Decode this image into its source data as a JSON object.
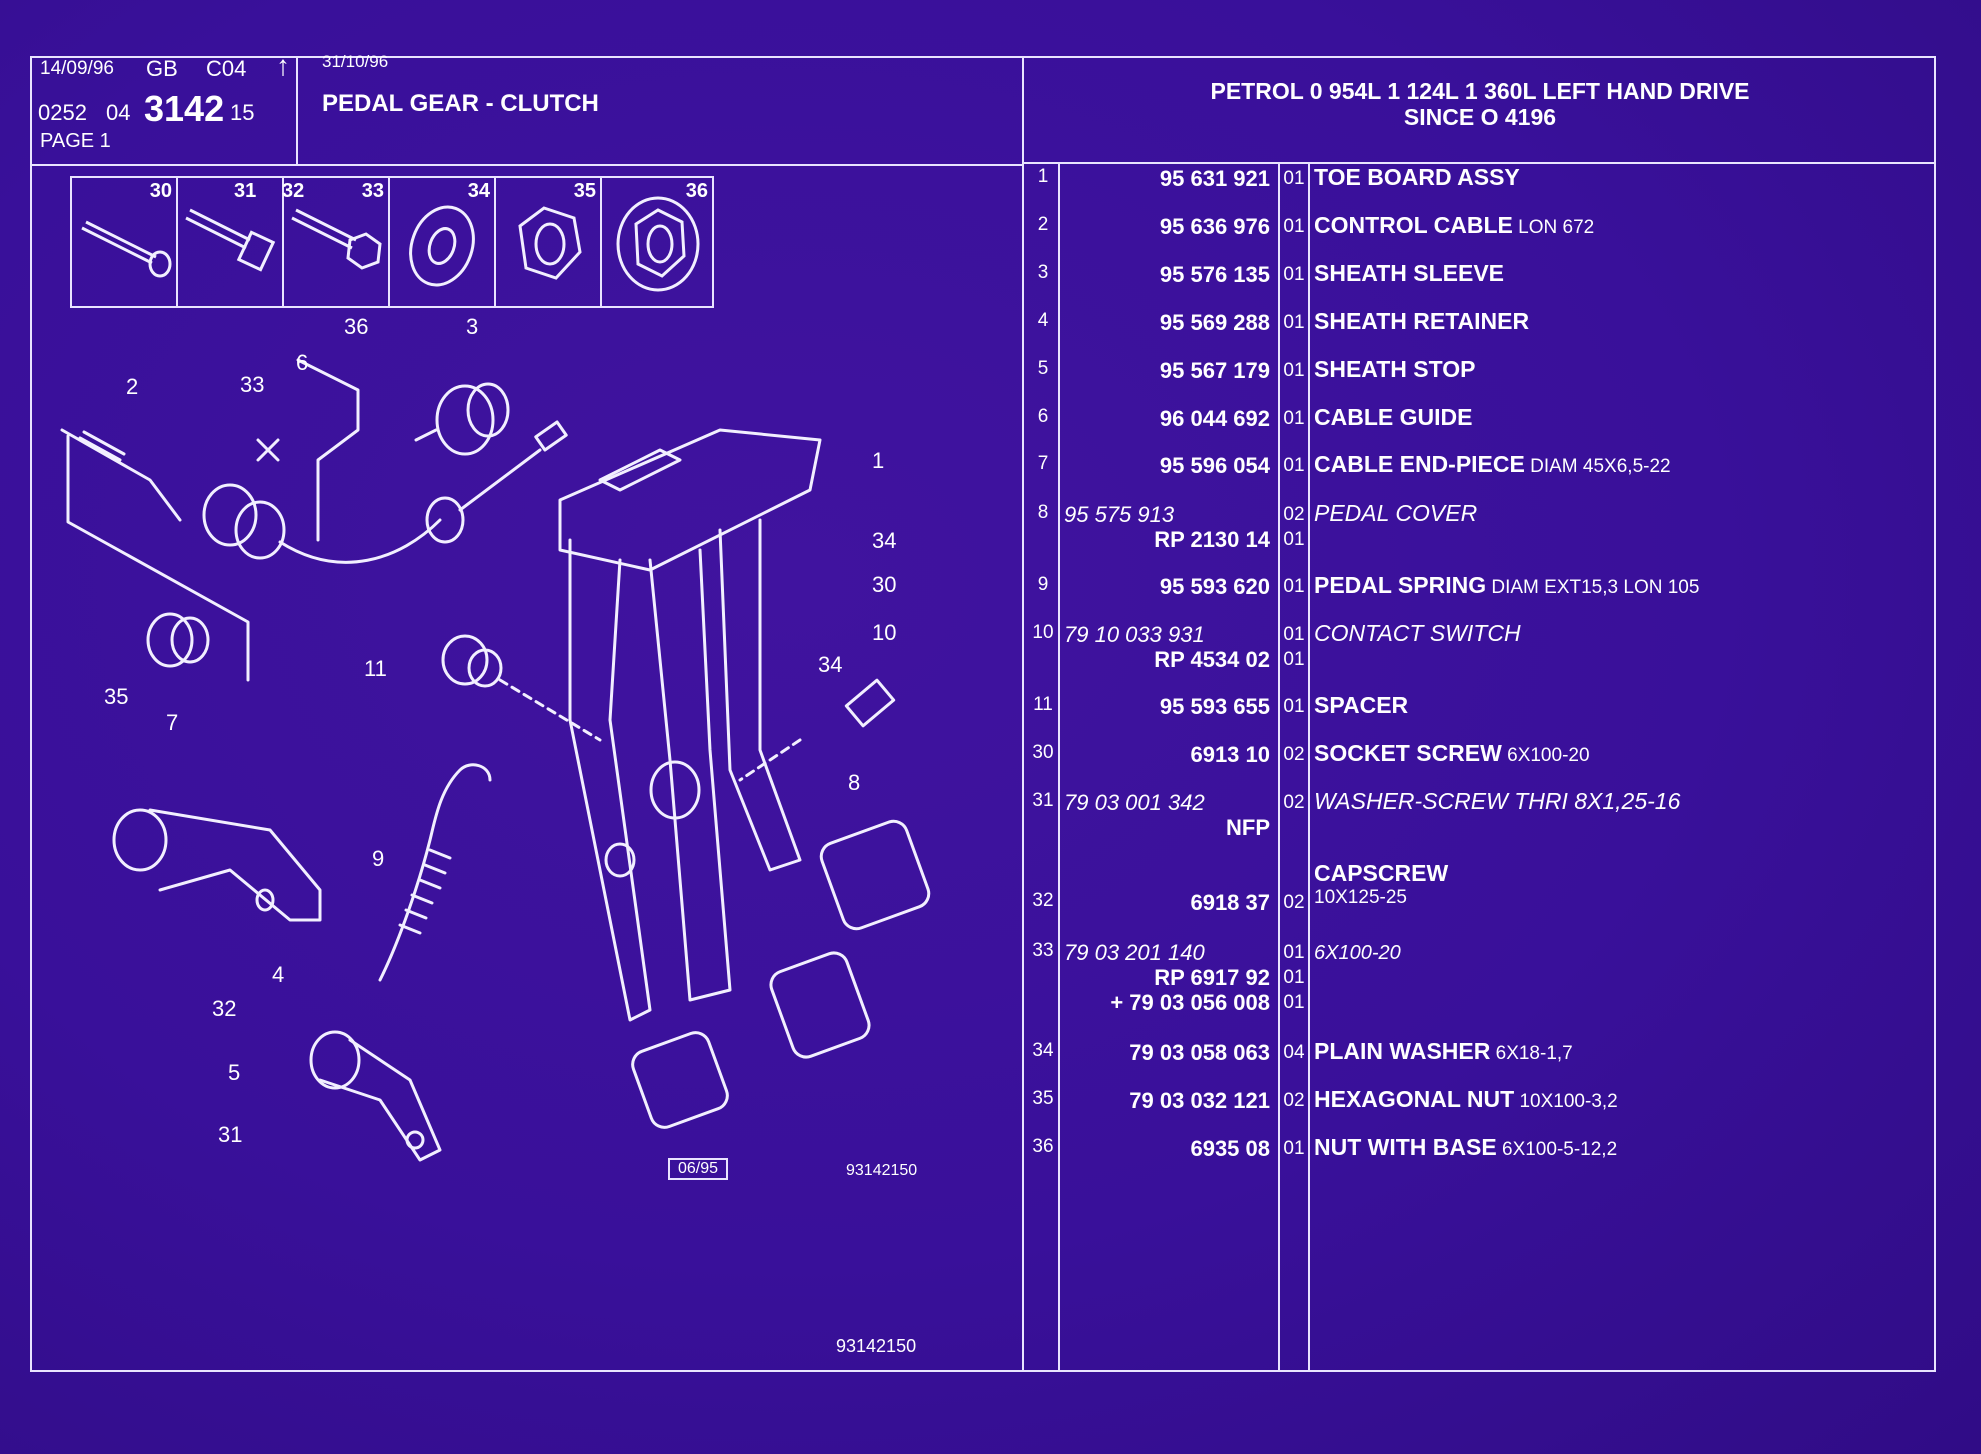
{
  "header": {
    "date": "14/09/96",
    "lang": "GB",
    "code": "C04",
    "arrow": "↑",
    "ref_prefix": "0252",
    "ref_mid": "04",
    "ref_main": "3142",
    "ref_suffix": "15",
    "page": "PAGE 1",
    "date2": "31/10/96",
    "title": "PEDAL GEAR - CLUTCH",
    "applicability_line1": "PETROL 0 954L 1 124L 1 360L LEFT HAND DRIVE",
    "applicability_line2": "SINCE O 4196"
  },
  "thumbnails": [
    {
      "num": "30",
      "icon": "socket-screw-icon"
    },
    {
      "num": "31",
      "icon": "washer-screw-icon"
    },
    {
      "num": "32",
      "icon": "capscrew-icon"
    },
    {
      "num": "33",
      "icon": "screw-icon"
    },
    {
      "num": "34",
      "icon": "plain-washer-icon"
    },
    {
      "num": "35",
      "icon": "hexagonal-nut-icon"
    },
    {
      "num": "36",
      "icon": "nut-with-base-icon"
    }
  ],
  "diagram": {
    "callouts": [
      "36",
      "3",
      "6",
      "33",
      "2",
      "1",
      "34",
      "30",
      "10",
      "11",
      "34",
      "35",
      "7",
      "8",
      "9",
      "4",
      "32",
      "5",
      "31"
    ],
    "stamp": "06/95",
    "drawing_ref": "93142150",
    "drawing_ref_bottom": "93142150"
  },
  "parts": [
    {
      "idx": "1",
      "refs": [
        {
          "text": "95 631 921",
          "italic": false
        }
      ],
      "qty": [
        "01"
      ],
      "desc": "TOE BOARD ASSY",
      "spec": "",
      "italic": false
    },
    {
      "idx": "2",
      "refs": [
        {
          "text": "95 636 976",
          "italic": false
        }
      ],
      "qty": [
        "01"
      ],
      "desc": "CONTROL CABLE",
      "spec": "LON 672",
      "italic": false
    },
    {
      "idx": "3",
      "refs": [
        {
          "text": "95 576 135",
          "italic": false
        }
      ],
      "qty": [
        "01"
      ],
      "desc": "SHEATH SLEEVE",
      "spec": "",
      "italic": false
    },
    {
      "idx": "4",
      "refs": [
        {
          "text": "95 569 288",
          "italic": false
        }
      ],
      "qty": [
        "01"
      ],
      "desc": "SHEATH RETAINER",
      "spec": "",
      "italic": false
    },
    {
      "idx": "5",
      "refs": [
        {
          "text": "95 567 179",
          "italic": false
        }
      ],
      "qty": [
        "01"
      ],
      "desc": "SHEATH STOP",
      "spec": "",
      "italic": false
    },
    {
      "idx": "6",
      "refs": [
        {
          "text": "96 044 692",
          "italic": false
        }
      ],
      "qty": [
        "01"
      ],
      "desc": "CABLE GUIDE",
      "spec": "",
      "italic": false
    },
    {
      "idx": "7",
      "refs": [
        {
          "text": "95 596 054",
          "italic": false
        }
      ],
      "qty": [
        "01"
      ],
      "desc": "CABLE END-PIECE",
      "spec": "DIAM 45X6,5-22",
      "italic": false
    },
    {
      "idx": "8",
      "refs": [
        {
          "text": "95 575 913",
          "italic": true
        },
        {
          "text": "RP  2130 14",
          "italic": false
        }
      ],
      "qty": [
        "02",
        "01"
      ],
      "desc": "PEDAL COVER",
      "spec": "",
      "italic": true
    },
    {
      "idx": "9",
      "refs": [
        {
          "text": "95 593 620",
          "italic": false
        }
      ],
      "qty": [
        "01"
      ],
      "desc": "PEDAL SPRING",
      "spec": "DIAM EXT15,3 LON 105",
      "italic": false
    },
    {
      "idx": "10",
      "refs": [
        {
          "text": "79 10 033 931",
          "italic": true
        },
        {
          "text": "RP  4534 02",
          "italic": false
        }
      ],
      "qty": [
        "01",
        "01"
      ],
      "desc": "CONTACT SWITCH",
      "spec": "",
      "italic": true
    },
    {
      "idx": "11",
      "refs": [
        {
          "text": "95 593 655",
          "italic": false
        }
      ],
      "qty": [
        "01"
      ],
      "desc": "SPACER",
      "spec": "",
      "italic": false
    },
    {
      "idx": "30",
      "refs": [
        {
          "text": "6913 10",
          "italic": false
        }
      ],
      "qty": [
        "02"
      ],
      "desc": "SOCKET SCREW",
      "spec": "6X100-20",
      "italic": false
    },
    {
      "idx": "31",
      "refs": [
        {
          "text": "79 03 001 342",
          "italic": true
        },
        {
          "text": "NFP",
          "italic": false
        }
      ],
      "qty": [
        "02"
      ],
      "desc": "WASHER-SCREW THRI 8X1,25-16",
      "spec": "",
      "italic": true
    },
    {
      "idx": "32",
      "refs": [
        {
          "text": "6918 37",
          "italic": false
        }
      ],
      "qty": [
        "02"
      ],
      "desc": "CAPSCREW",
      "spec": "10X125-25",
      "italic": false
    },
    {
      "idx": "33",
      "refs": [
        {
          "text": "79 03 201 140",
          "italic": true
        },
        {
          "text": "RP  6917 92",
          "italic": false
        },
        {
          "text": "+  79 03 056 008",
          "italic": false
        }
      ],
      "qty": [
        "01",
        "01",
        "01"
      ],
      "desc": "6X100-20",
      "spec": "",
      "italic": true
    },
    {
      "idx": "34",
      "refs": [
        {
          "text": "79 03 058 063",
          "italic": false
        }
      ],
      "qty": [
        "04"
      ],
      "desc": "PLAIN WASHER",
      "spec": "6X18-1,7",
      "italic": false
    },
    {
      "idx": "35",
      "refs": [
        {
          "text": "79 03 032 121",
          "italic": false
        }
      ],
      "qty": [
        "02"
      ],
      "desc": "HEXAGONAL NUT",
      "spec": "10X100-3,2",
      "italic": false
    },
    {
      "idx": "36",
      "refs": [
        {
          "text": "6935 08",
          "italic": false
        }
      ],
      "qty": [
        "01"
      ],
      "desc": "NUT WITH BASE",
      "spec": "6X100-5-12,2",
      "italic": false
    }
  ],
  "colors": {
    "background": "#3a0f9a",
    "lines": "#e9e4ff",
    "text": "#ffffff"
  }
}
